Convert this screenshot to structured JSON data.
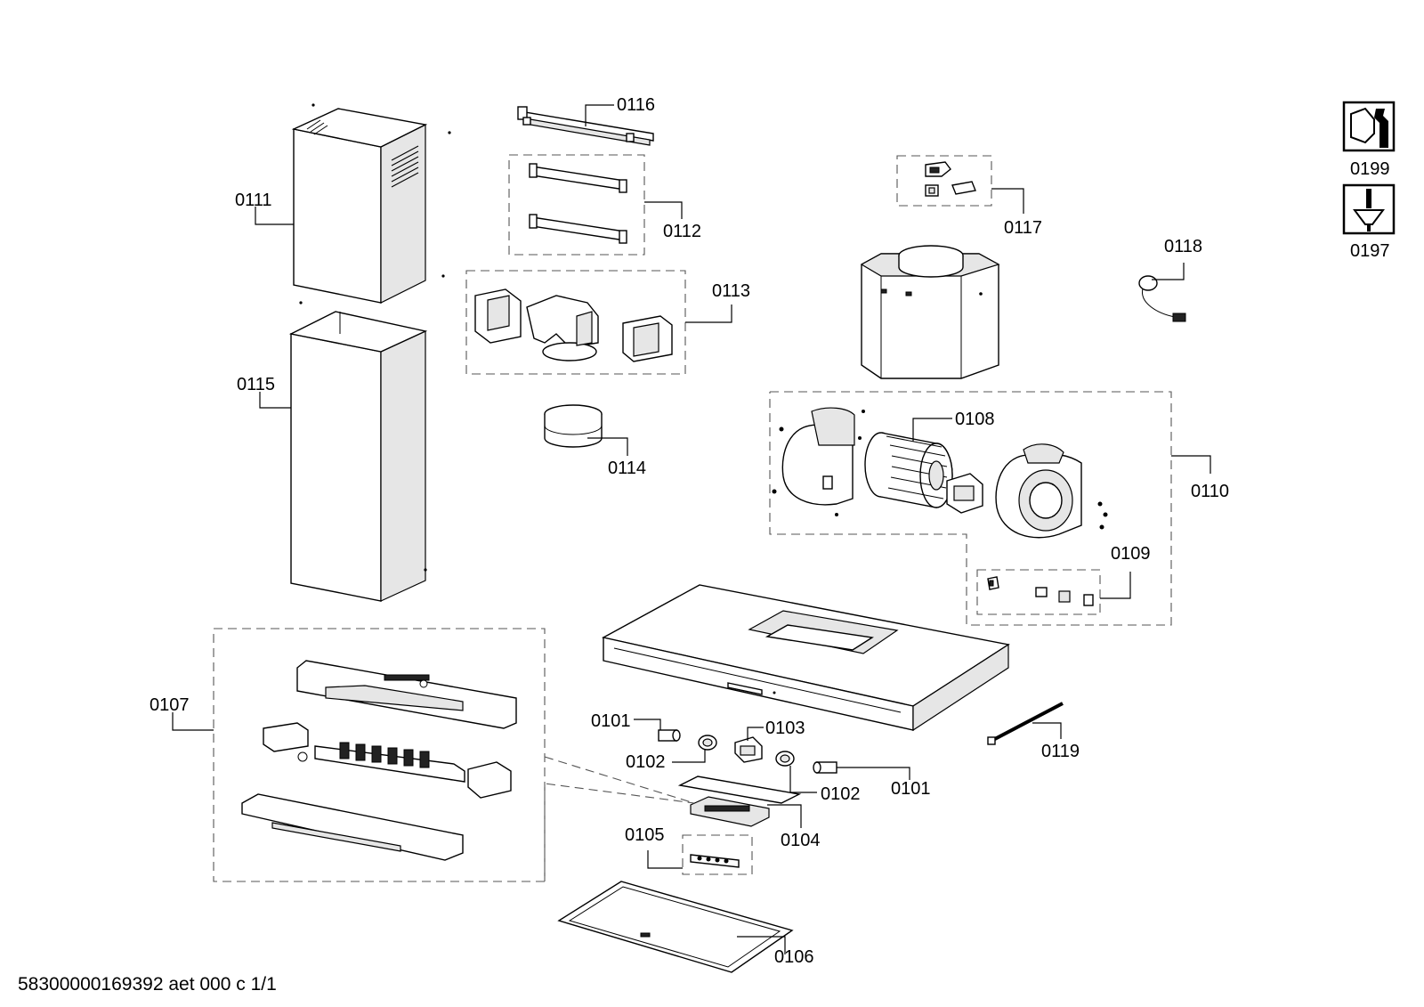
{
  "labels": {
    "p0101a": "0101",
    "p0101b": "0101",
    "p0102a": "0102",
    "p0102b": "0102",
    "p0103": "0103",
    "p0104": "0104",
    "p0105": "0105",
    "p0106": "0106",
    "p0107": "0107",
    "p0108": "0108",
    "p0109": "0109",
    "p0110": "0110",
    "p0111": "0111",
    "p0112": "0112",
    "p0113": "0113",
    "p0114": "0114",
    "p0115": "0115",
    "p0116": "0116",
    "p0117": "0117",
    "p0118": "0118",
    "p0119": "0119",
    "p0199": "0199",
    "p0197": "0197"
  },
  "icons": {
    "icon0199": "nut-wrench-icon",
    "icon0197": "screwdriver-icon"
  },
  "footer": {
    "code": "58300000169392 aet 000 c 1/1"
  }
}
